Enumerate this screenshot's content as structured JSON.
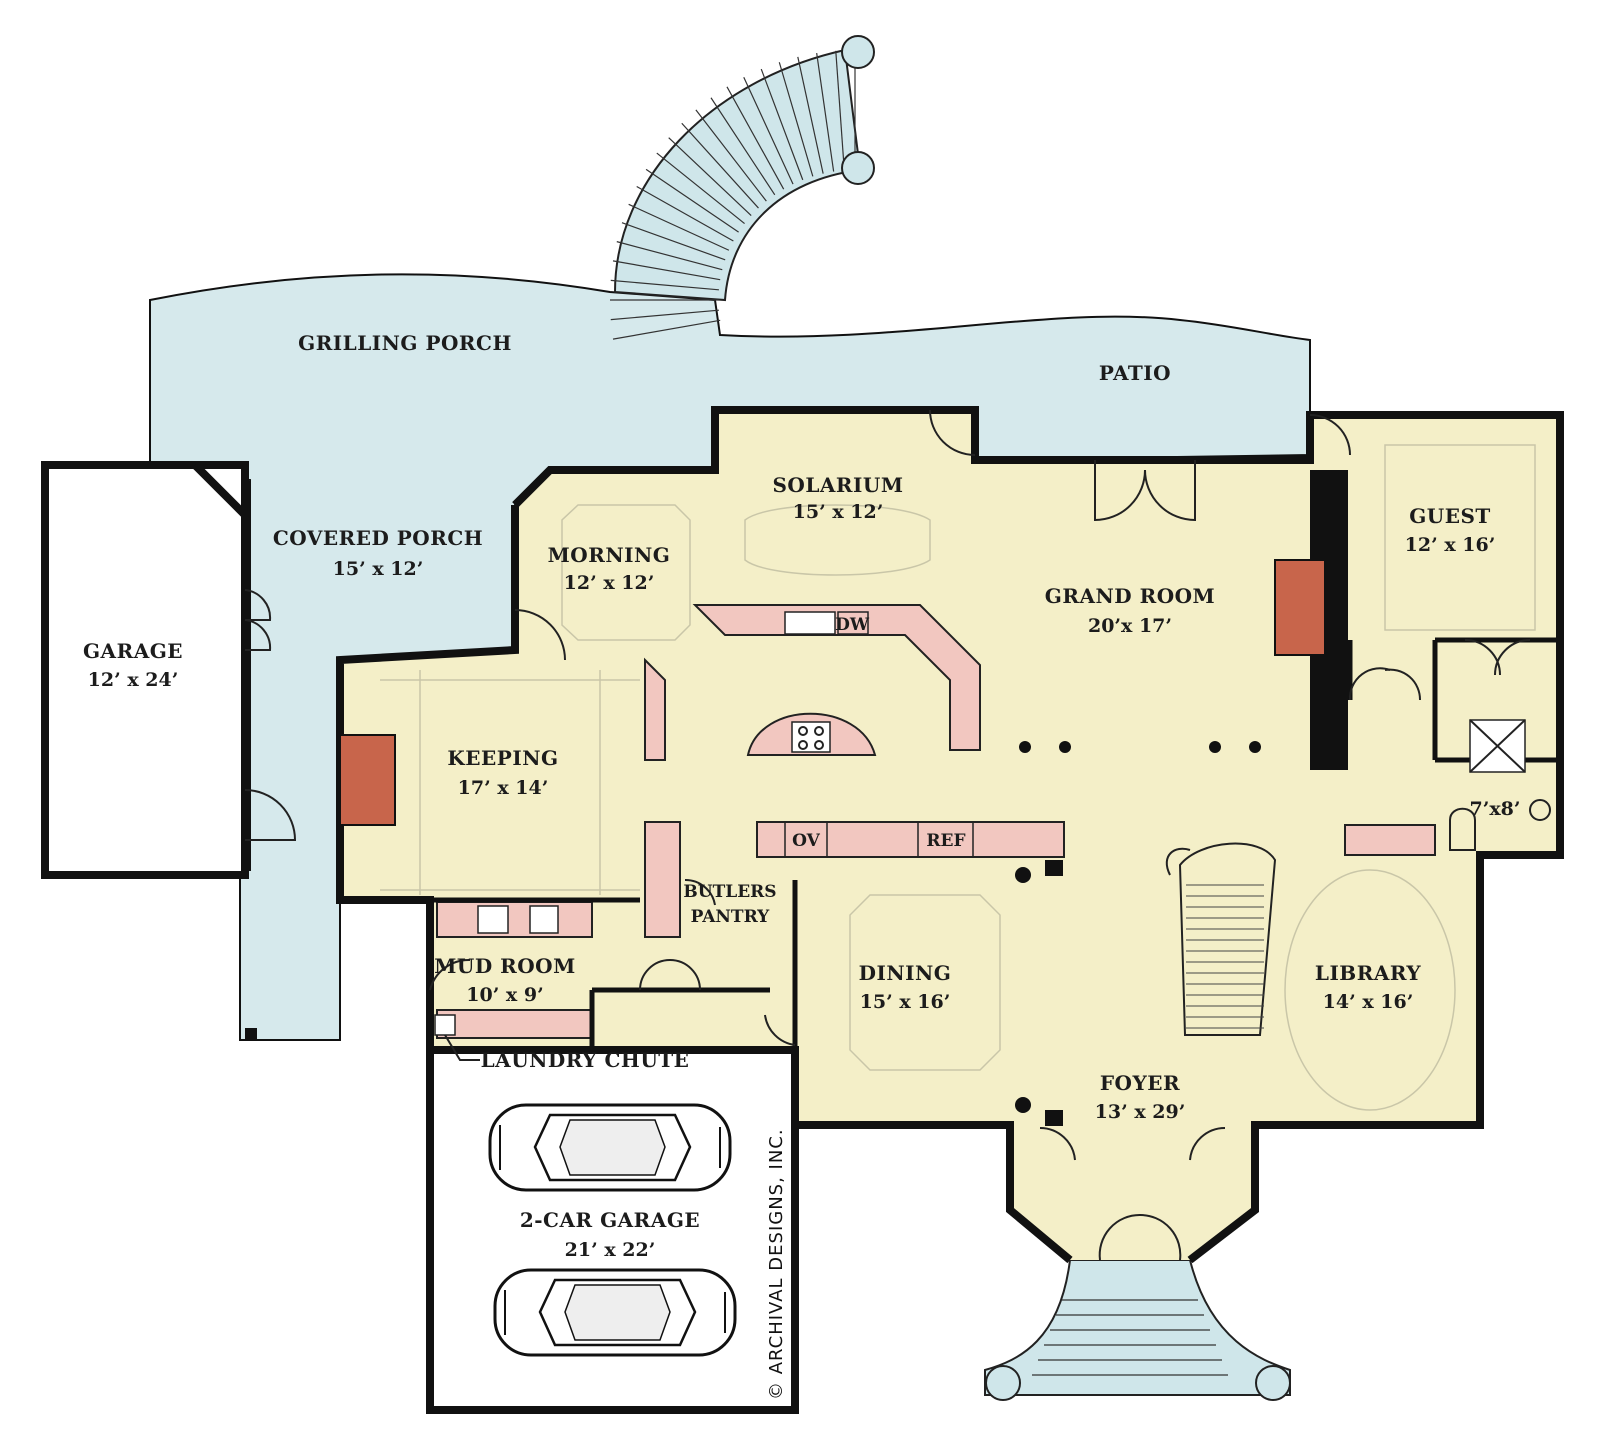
{
  "colors": {
    "outdoor": "#d6e9ec",
    "interior": "#f4efc8",
    "counter": "#f2c7c0",
    "fireplace": "#c8654b",
    "garage_floor": "#ffffff",
    "wall": "#111111",
    "stair_fill": "#cfe6ea"
  },
  "rooms": {
    "grilling_porch": {
      "name": "GRILLING PORCH"
    },
    "patio": {
      "name": "PATIO"
    },
    "covered_porch": {
      "name": "COVERED PORCH",
      "dims": "15’ x 12’"
    },
    "garage": {
      "name": "GARAGE",
      "dims": "12’ x 24’"
    },
    "morning": {
      "name": "MORNING",
      "dims": "12’ x 12’"
    },
    "solarium": {
      "name": "SOLARIUM",
      "dims": "15’ x 12’"
    },
    "grand_room": {
      "name": "GRAND ROOM",
      "dims": "20’x 17’"
    },
    "guest": {
      "name": "GUEST",
      "dims": "12’ x 16’"
    },
    "keeping": {
      "name": "KEEPING",
      "dims": "17’ x 14’"
    },
    "bath": {
      "dims": "7’x8’"
    },
    "butlers_pantry": {
      "line1": "BUTLERS",
      "line2": "PANTRY"
    },
    "mud_room": {
      "name": "MUD ROOM",
      "dims": "10’ x 9’"
    },
    "dining": {
      "name": "DINING",
      "dims": "15’ x 16’"
    },
    "library": {
      "name": "LIBRARY",
      "dims": "14’ x 16’"
    },
    "foyer": {
      "name": "FOYER",
      "dims": "13’ x 29’"
    },
    "two_car_garage": {
      "name": "2-CAR GARAGE",
      "dims": "21’ x 22’"
    }
  },
  "appliances": {
    "dishwasher": "DW",
    "oven": "OV",
    "refrigerator": "REF"
  },
  "notes": {
    "laundry_chute": "LAUNDRY CHUTE",
    "copyright": "© ARCHIVAL DESIGNS, INC."
  },
  "icons": [
    "car-icon",
    "car-icon",
    "fireplace-icon",
    "cooktop-icon",
    "sink-icon",
    "toilet-icon",
    "stair-icon"
  ]
}
